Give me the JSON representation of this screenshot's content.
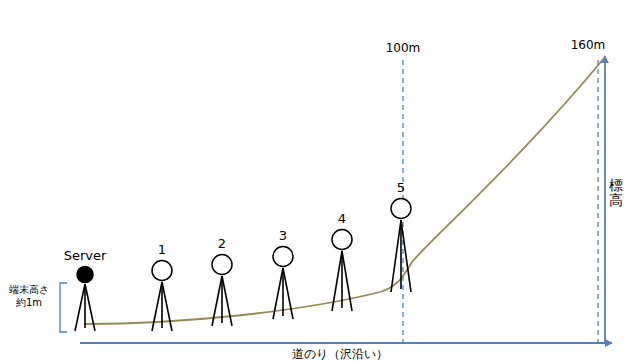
{
  "diagram": {
    "nodes": [
      {
        "text": [
          "Server"
        ]
      },
      {
        "text": [
          "1"
        ]
      },
      {
        "text": [
          "2"
        ]
      },
      {
        "text": [
          "3"
        ]
      },
      {
        "text": [
          "4"
        ]
      },
      {
        "text": [
          "5"
        ]
      }
    ],
    "labels": [
      "端末高さ 約1m",
      "100m",
      "160m",
      "道のり（沢沿い）",
      "標高"
    ]
  }
}
